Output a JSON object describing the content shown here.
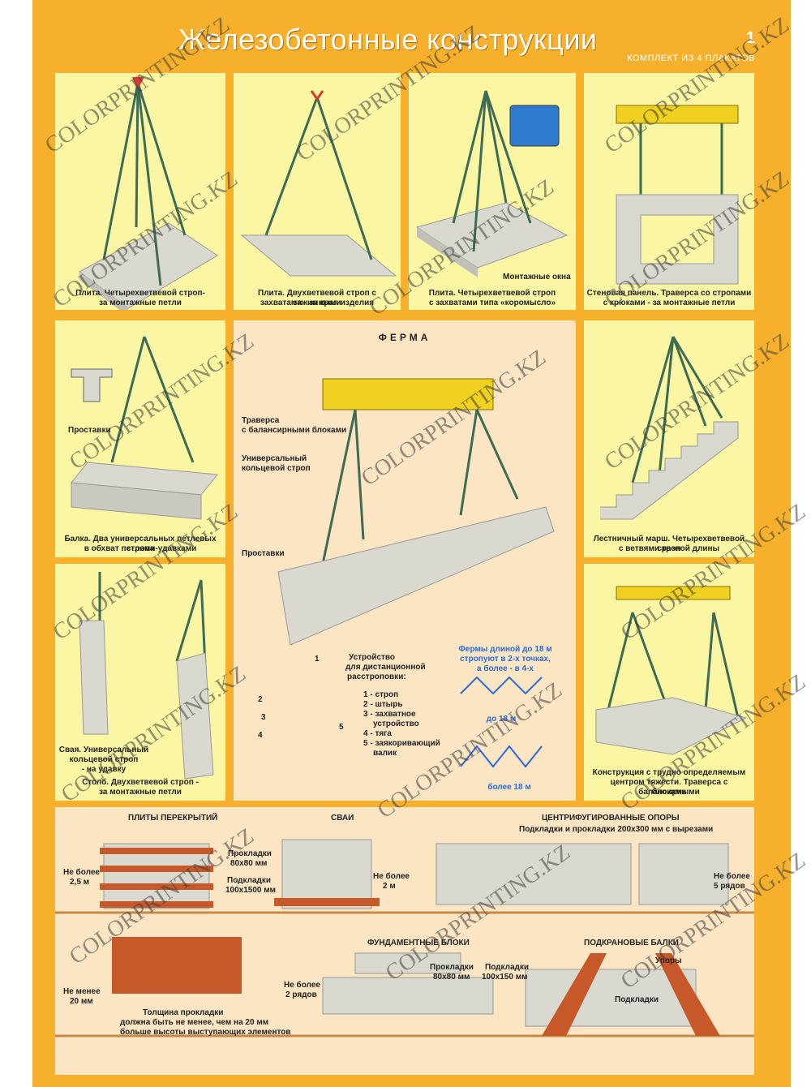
{
  "poster": {
    "title": "Железобетонные конструкции",
    "number": "1",
    "kit": "КОМПЛЕКТ ИЗ 4 ПЛАКАТОВ",
    "watermark": "COLORPRINTING.KZ"
  },
  "panels": {
    "p1": {
      "caption1": "Плита. Четырехветвевой строп-",
      "caption2": "за монтажные петли"
    },
    "p2": {
      "caption1": "Плита. Двухветвевой строп с зажимными",
      "caption2": "захватами - за края изделия"
    },
    "p3": {
      "caption1": "Плита. Четырехветвевой строп",
      "caption2": "с захватами типа «коромысло»",
      "label": "Монтажные окна"
    },
    "p4": {
      "caption1": "Стеновая панель. Траверса со стропами",
      "caption2": "с крюками - за монтажные петли"
    },
    "p5": {
      "caption1": "Балка. Два универсальных петлевых стропа",
      "caption2": "в обхват петлями-удавками",
      "label": "Проставки"
    },
    "ferma": {
      "title": "ФЕРМА",
      "traverse1": "Траверса",
      "traverse2": "с балансирными блоками",
      "ring1": "Универсальный",
      "ring2": "кольцевой строп",
      "spacers": "Проставки",
      "device1": "Устройство",
      "device2": "для дистанционной",
      "device3": "расстроповки:",
      "items": [
        "1 - строп",
        "2 - штырь",
        "3 - захватное",
        "устройство",
        "4 - тяга",
        "5 - заякоривающий",
        "валик"
      ],
      "nums": [
        "1",
        "2",
        "3",
        "4",
        "5"
      ],
      "note1": "Фермы длиной до 18 м",
      "note2": "стропуют в 2-х точках,",
      "note3": "а более - в 4-х",
      "upto": "до 18 м",
      "over": "более 18 м"
    },
    "p6": {
      "caption1": "Лестничный марш. Четырехветвевой строп",
      "caption2": "с ветвями разной длины"
    },
    "p7": {
      "caption1": "Свая. Универсальный",
      "caption2": "кольцевой строп",
      "caption3": "- на удавку",
      "caption4": "Столб. Двухветвевой строп -",
      "caption5": "за монтажные петли"
    },
    "p8": {
      "caption1": "Конструкция с трудно определяемым",
      "caption2": "центром тяжести. Траверса с балансирными",
      "caption3": "блоками"
    }
  },
  "storage": {
    "slabs": {
      "head": "ПЛИТЫ ПЕРЕКРЫТИЙ",
      "limit1": "Не более",
      "limit2": "2,5 м",
      "pad1": "Прокладки",
      "pad2": "80х80 мм",
      "sub1": "Подкладки",
      "sub2": "100х1500 мм"
    },
    "piles": {
      "head": "СВАИ",
      "limit1": "Не более",
      "limit2": "2 м"
    },
    "poles": {
      "head": "ЦЕНТРИФУГИРОВАННЫЕ ОПОРЫ",
      "sub": "Подкладки и прокладки 200х300 мм с вырезами",
      "limit1": "Не более",
      "limit2": "5 рядов"
    },
    "pad": {
      "limit1": "Не менее",
      "limit2": "20 мм",
      "note1": "Толщина прокладки",
      "note2": "должна быть не менее, чем на 20 мм",
      "note3": "больше высоты выступающих элементов"
    },
    "blocks": {
      "head": "ФУНДАМЕНТНЫЕ БЛОКИ",
      "limit1": "Не более",
      "limit2": "2 рядов",
      "pad1": "Прокладки",
      "pad2": "80х80 мм",
      "sub1": "Подкладки",
      "sub2": "100х150 мм"
    },
    "crane": {
      "head": "ПОДКРАНОВЫЕ БАЛКИ",
      "stops": "Упоры",
      "sub": "Подкладки"
    }
  }
}
